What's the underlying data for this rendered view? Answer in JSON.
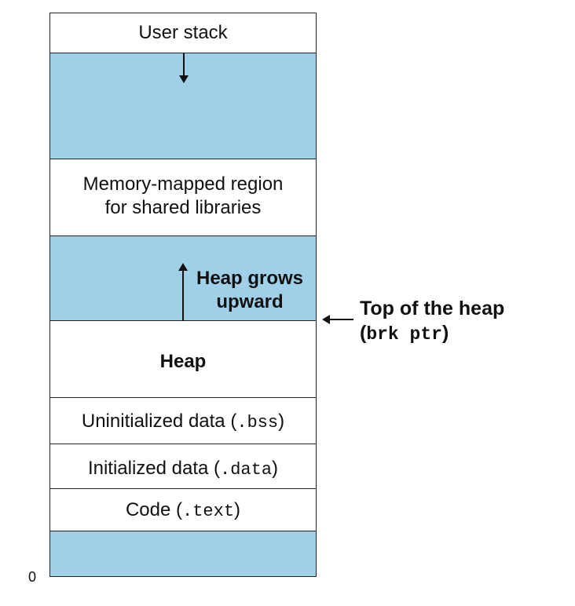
{
  "regions": {
    "user_stack": "User stack",
    "mmap_line1": "Memory-mapped region",
    "mmap_line2": "for shared libraries",
    "heap": "Heap",
    "bss_prefix": "Uninitialized data (",
    "bss_mono": ".bss",
    "bss_suffix": ")",
    "data_prefix": "Initialized data (",
    "data_mono": ".data",
    "data_suffix": ")",
    "text_prefix": "Code (",
    "text_mono": ".text",
    "text_suffix": ")"
  },
  "annotations": {
    "heap_grows_line1": "Heap grows",
    "heap_grows_line2": "upward",
    "top_of_heap_line1": "Top of the heap",
    "brk_open": "(",
    "brk_mono": "brk ptr",
    "brk_close": ")",
    "zero_address": "0"
  },
  "colors": {
    "blue_region": "#9fd0e7",
    "white_region": "#ffffff",
    "border": "#222222"
  }
}
